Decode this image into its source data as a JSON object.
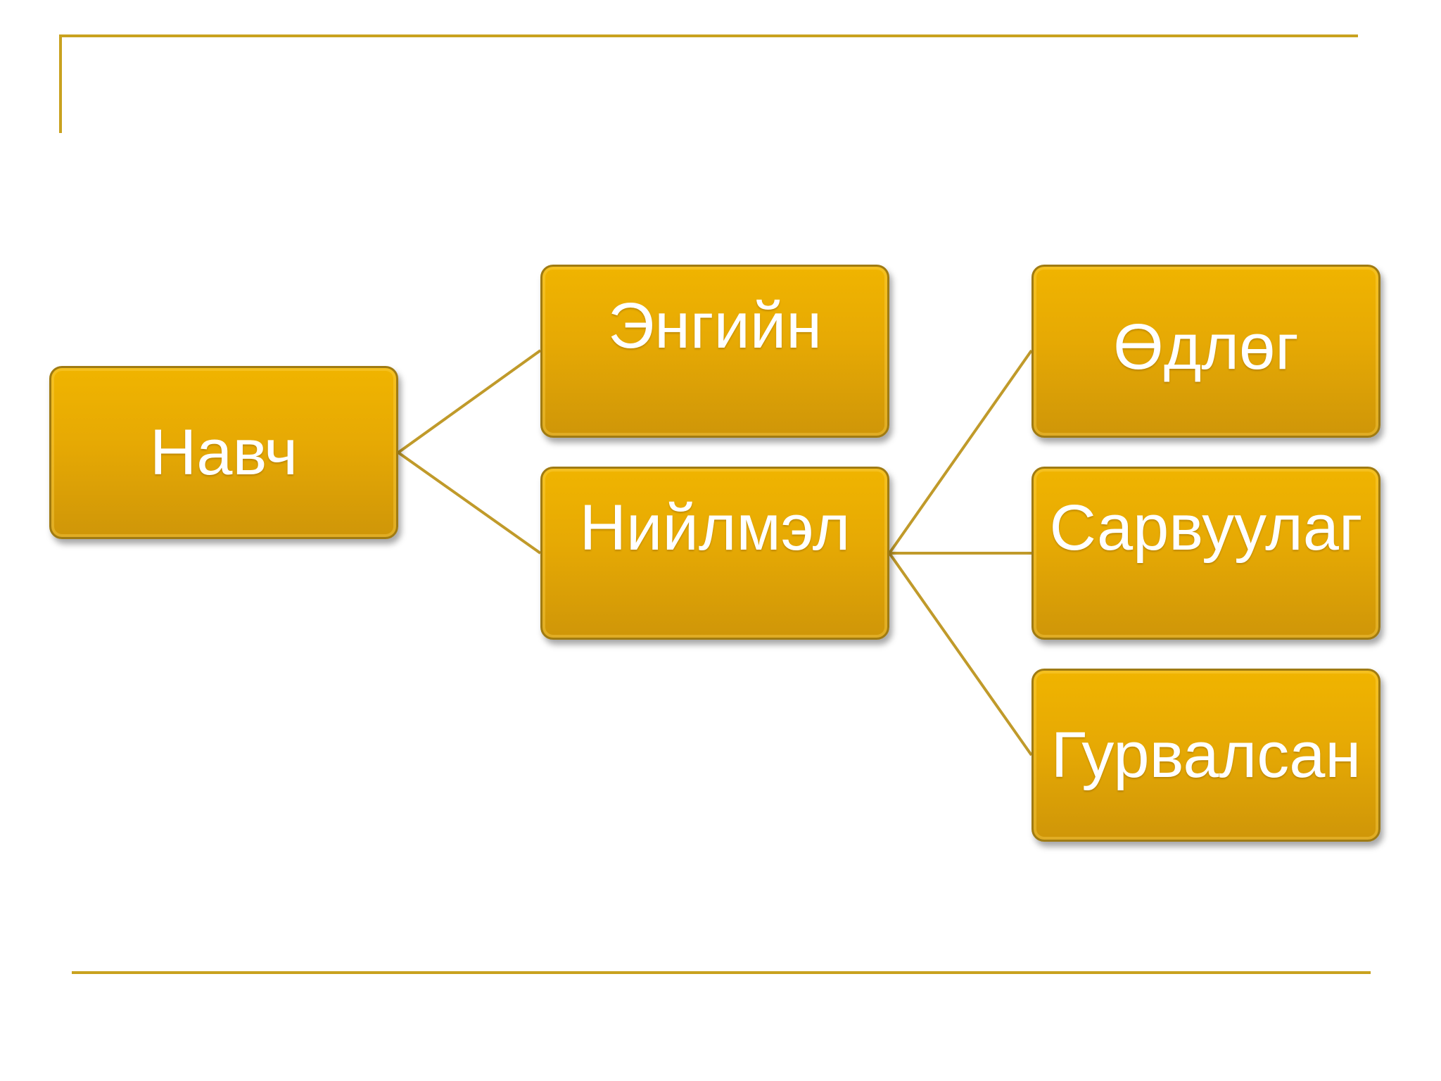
{
  "colors": {
    "frame_line": "#c9a21f",
    "connector": "#c09a2a",
    "node_fill_top": "#f0b400",
    "node_fill_bottom": "#cf9608",
    "node_text": "#ffffff"
  },
  "diagram": {
    "root": {
      "label": "Навч"
    },
    "level1": [
      {
        "label": "Энгийн"
      },
      {
        "label": "Нийлмэл"
      }
    ],
    "level2": [
      {
        "label": "Өдлөг"
      },
      {
        "label": "Сарвуулаг"
      },
      {
        "label": "Гурвалсан"
      }
    ]
  }
}
